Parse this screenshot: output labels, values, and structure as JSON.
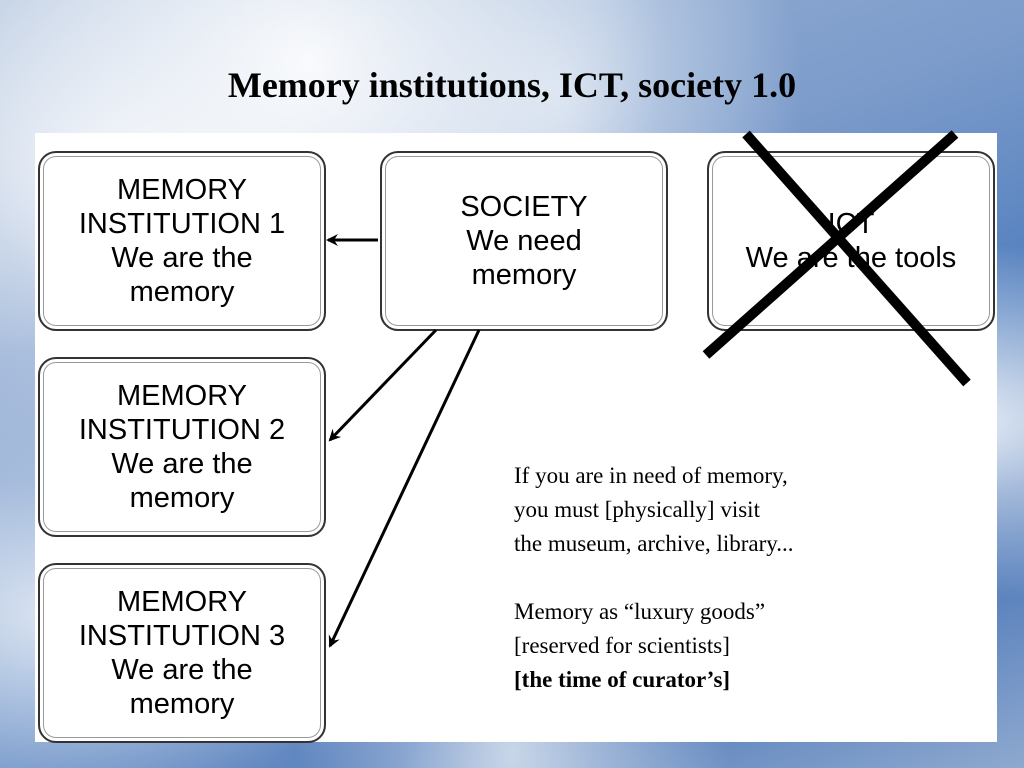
{
  "title": "Memory institutions, ICT, society 1.0",
  "boxes": {
    "institution1": "MEMORY\nINSTITUTION 1\nWe are the\nmemory",
    "institution2": "MEMORY\nINSTITUTION 2\nWe are the\nmemory",
    "institution3": "MEMORY\nINSTITUTION 3\nWe are the\nmemory",
    "society": "SOCIETY\nWe need\nmemory",
    "ict": "ICT\nWe are the tools"
  },
  "note": {
    "line1": "If you are in need of memory,",
    "line2": "you must [physically] visit",
    "line3": "the museum, archive, library...",
    "line4": "Memory as “luxury goods”",
    "line5": "[reserved for scientists]",
    "line6": "[the time of curator’s]"
  },
  "colors": {
    "stroke": "#000000",
    "panel": "#ffffff"
  }
}
